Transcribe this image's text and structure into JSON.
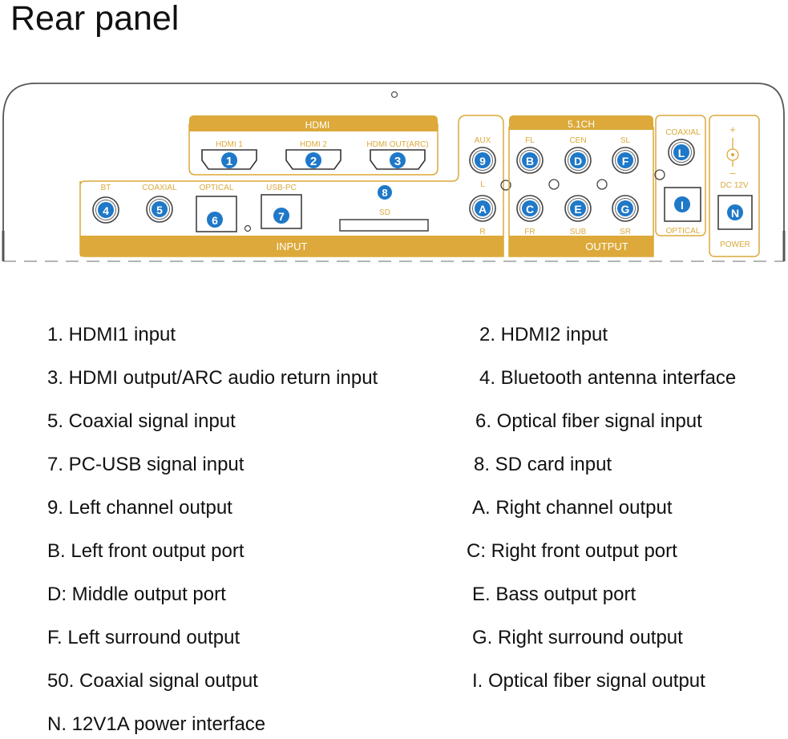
{
  "title": "Rear panel",
  "panel": {
    "hdmi_header": "HDMI",
    "hdmi1_label": "HDMI 1",
    "hdmi2_label": "HDMI 2",
    "hdmi_out_label": "HDMI OUT(ARC)",
    "bt_label": "BT",
    "coaxial_in_label": "COAXIAL",
    "optical_in_label": "OPTICAL",
    "usb_label": "USB-PC",
    "sd_label": "SD",
    "input_label": "INPUT",
    "aux_label": "AUX",
    "l_label": "L",
    "r_label": "R",
    "surround_header": "5.1CH",
    "fl_label": "FL",
    "cen_label": "CEN",
    "sl_label": "SL",
    "fr_label": "FR",
    "sub_label": "SUB",
    "sr_label": "SR",
    "output_label": "OUTPUT",
    "coaxial_out_label": "COAXIAL",
    "optical_out_label": "OPTICAL",
    "dc_label": "DC 12V",
    "plus_label": "+",
    "minus_label": "–",
    "power_label": "POWER",
    "badges": {
      "b1": "1",
      "b2": "2",
      "b3": "3",
      "b4": "4",
      "b5": "5",
      "b6": "6",
      "b7": "7",
      "b8": "8",
      "b9": "9",
      "bA": "A",
      "bB": "B",
      "bC": "C",
      "bD": "D",
      "bE": "E",
      "bF": "F",
      "bG": "G",
      "bL": "L",
      "bI": "I",
      "bN": "N"
    }
  },
  "legend": [
    "1. HDMI1 input",
    "2. HDMI2 input",
    "3. HDMI output/ARC audio return input",
    "4. Bluetooth antenna interface",
    "5. Coaxial signal input",
    "6. Optical fiber signal input",
    "7. PC-USB signal input",
    "8. SD card input",
    "9. Left channel output",
    "A. Right channel output",
    "B. Left front output port",
    "C: Right front output port",
    "D: Middle output port",
    "E. Bass output port",
    "F. Left surround output",
    "G. Right surround output",
    "50. Coaxial signal output",
    "I. Optical fiber signal output",
    "N. 12V1A power interface"
  ],
  "colors": {
    "gold": "#dca93a",
    "blue": "#1f78c8",
    "outline": "#555555"
  }
}
